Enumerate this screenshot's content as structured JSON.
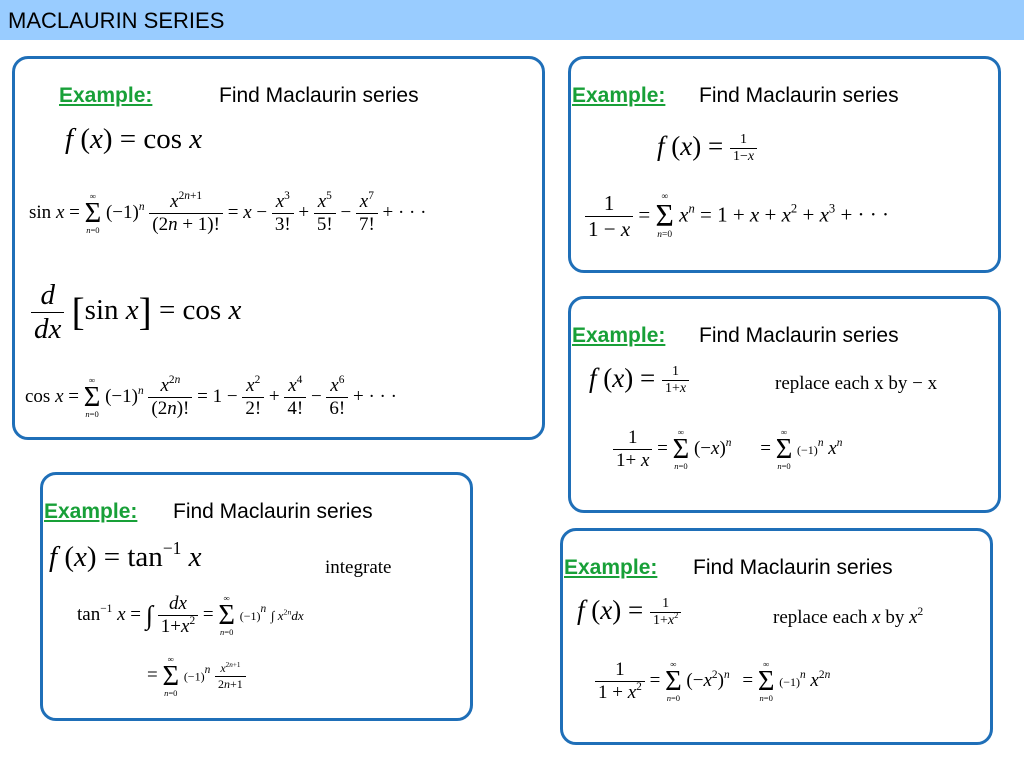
{
  "slide": {
    "title": "MACLAURIN SERIES"
  },
  "common": {
    "example_label": "Example:",
    "find_text": "Find Maclaurin series"
  },
  "box_cos": {
    "given": "f (x) = cos x",
    "sin_series": "sin x = Σ (−1)ⁿ x²ⁿ⁺¹/(2n + 1)! = x − x³/3! + x⁵/5! − x⁷/7! + · · ·",
    "derivative": "d/dx [sin x] = cos x",
    "cos_series": "cos x = Σ (−1)ⁿ x²ⁿ/(2n)! = 1 − x²/2! + x⁴/4! − x⁶/6! + · · ·"
  },
  "box_geom": {
    "given": "f (x) = 1/(1−x)",
    "series": "1/(1 − x) = Σ xⁿ = 1 + x + x² + x³ + · · ·"
  },
  "box_alt": {
    "given": "f (x) = 1/(1+x)",
    "note": "replace each x by − x",
    "series": "1/(1+x) = Σ (−x)ⁿ = Σ (−1)ⁿ xⁿ"
  },
  "box_arctan": {
    "given": "f (x) = tan⁻¹ x",
    "note": "integrate",
    "step1": "tan⁻¹ x = ∫ dx/(1+x²) = Σ (−1)ⁿ ∫ x²ⁿ dx",
    "step2": "= Σ (−1)ⁿ x²ⁿ⁺¹/(2n+1)"
  },
  "box_sq": {
    "given": "f (x) = 1/(1+x²)",
    "note": "replace each x by x²",
    "series": "1/(1 + x²) = Σ (−x²)ⁿ = Σ (−1)ⁿ x²ⁿ"
  }
}
